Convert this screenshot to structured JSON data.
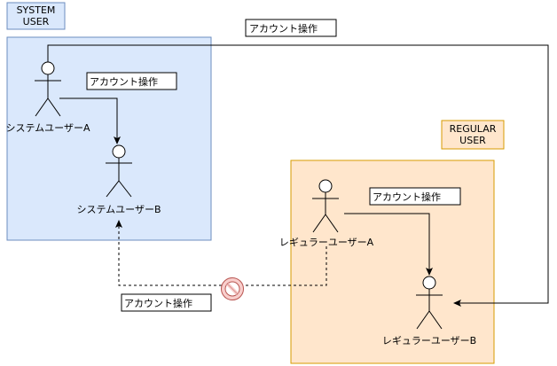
{
  "groups": {
    "system": {
      "title_line1": "SYSTEM",
      "title_line2": "USER",
      "fill": "#dae8fc",
      "stroke": "#6c8ebf"
    },
    "regular": {
      "title_line1": "REGULAR",
      "title_line2": "USER",
      "fill": "#ffe6cc",
      "stroke": "#d79b00"
    }
  },
  "actors": {
    "system_a": "システムユーザーA",
    "system_b": "システムユーザーB",
    "regular_a": "レギュラーユーザーA",
    "regular_b": "レギュラーユーザーB"
  },
  "edges": {
    "top": "アカウント操作",
    "system": "アカウント操作",
    "regular": "アカウント操作",
    "forbidden": "アカウント操作"
  },
  "colors": {
    "forbidden_ring": "#f8cecc",
    "forbidden_stroke": "#b85450"
  },
  "icons": {
    "forbidden": "no-entry-icon"
  }
}
